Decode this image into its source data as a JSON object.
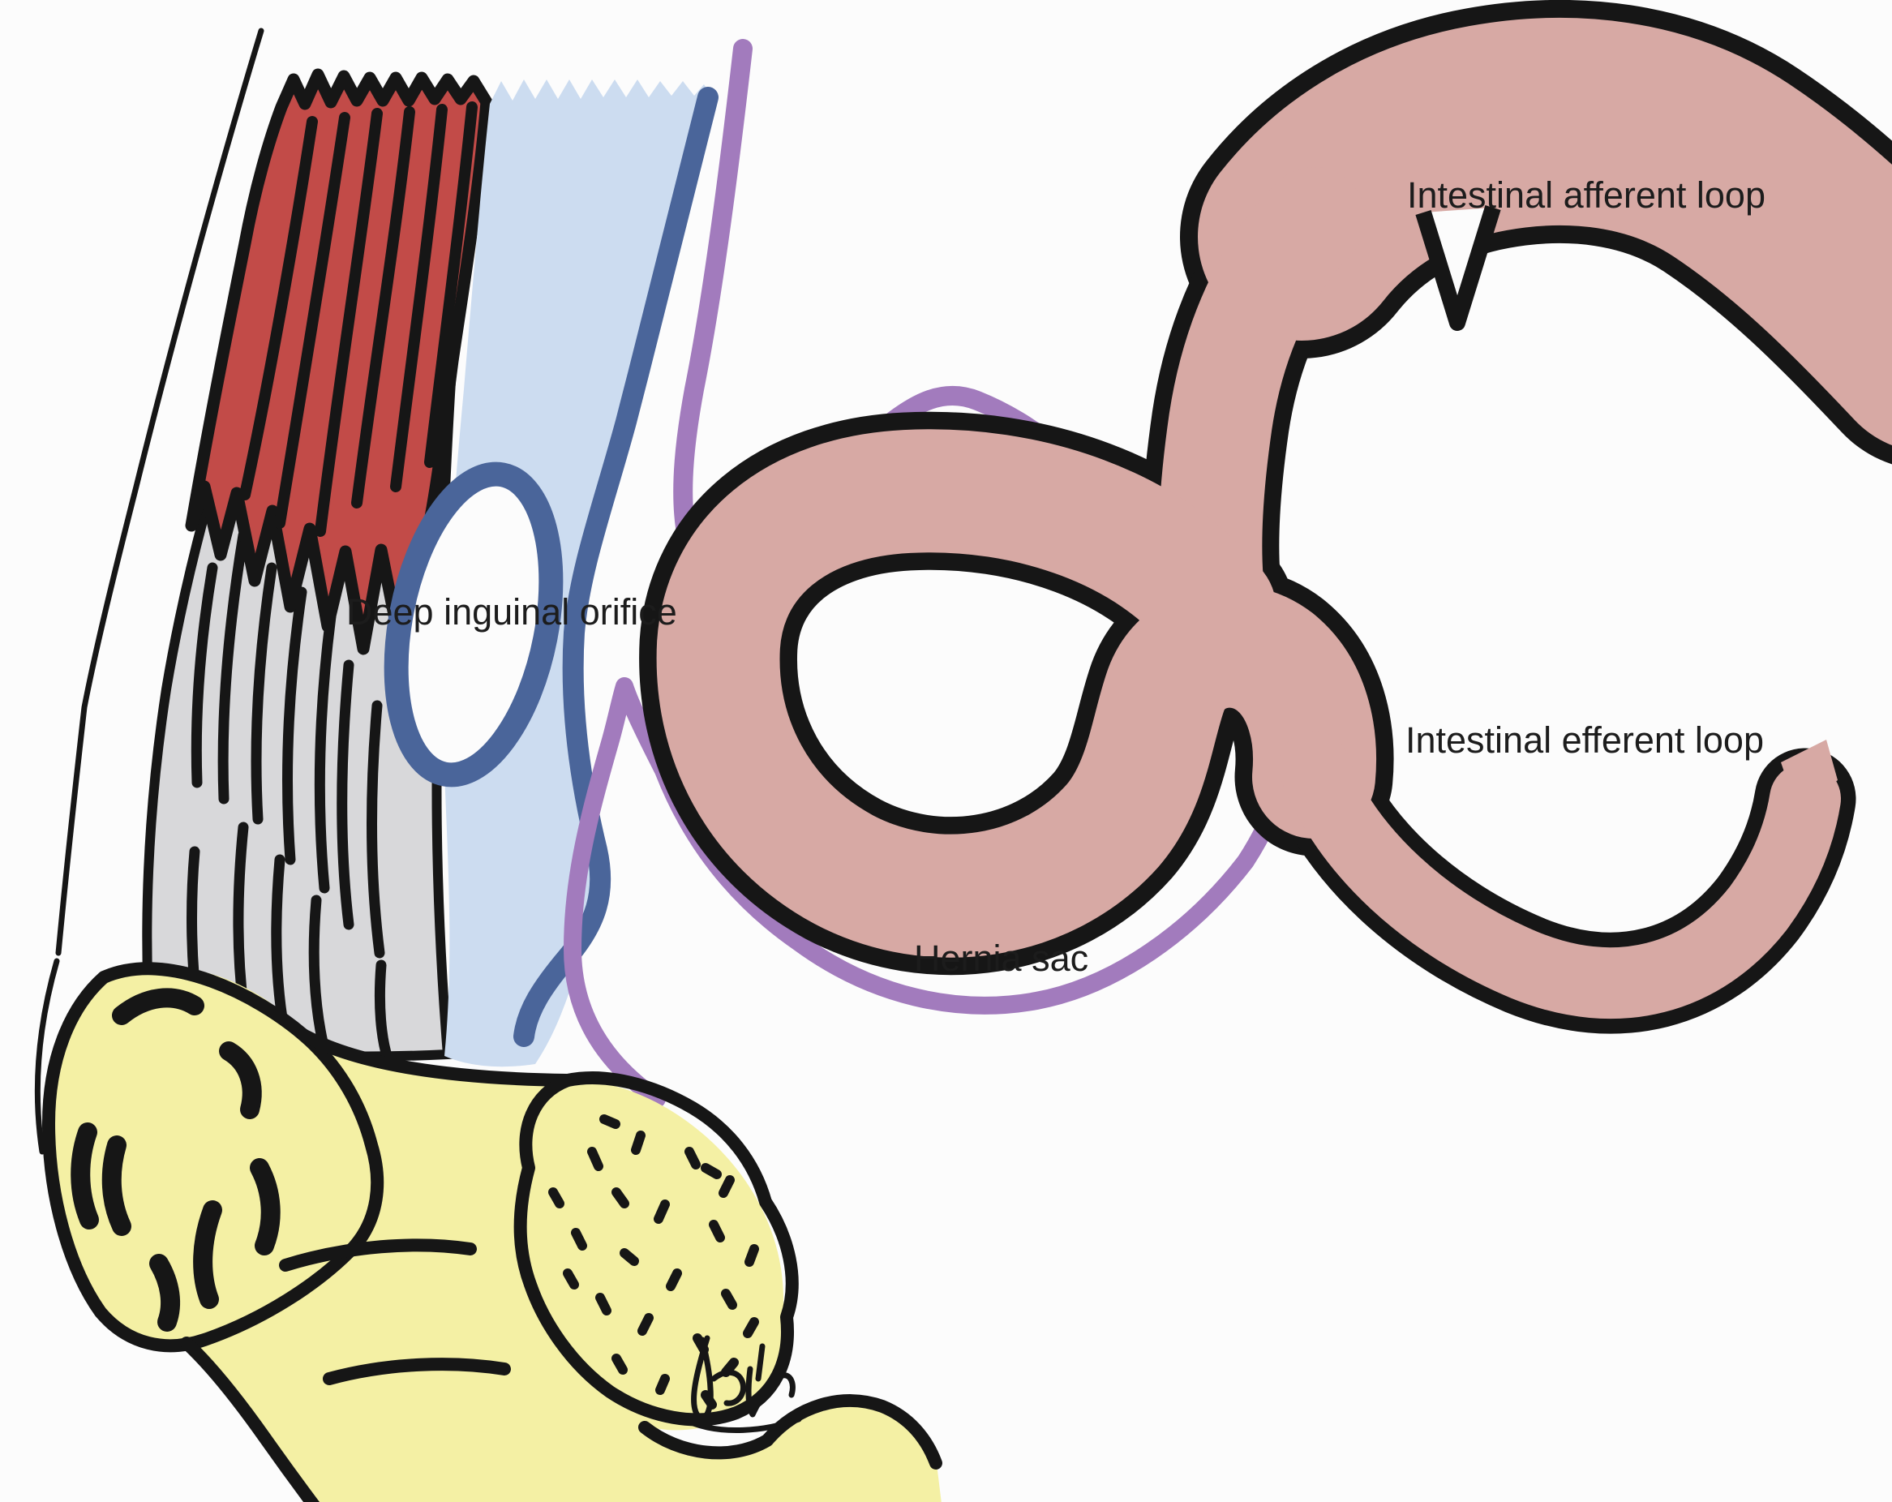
{
  "labels": {
    "afferent": "Intestinal afferent loop",
    "efferent": "Intestinal efferent loop",
    "orifice": "Deep inguinal orifice",
    "hernia_sac": "Hernia sac"
  },
  "palette": {
    "background": "#fcfcfc",
    "bowel_pink": "#d7a9a4",
    "muscle_red": "#c24b48",
    "muscle_gray": "#d8d8da",
    "fascia_blue": "#ccdcf0",
    "fascia_edge_blue": "#4a659a",
    "peritoneum_purple": "#a27bbd",
    "bone_yellow": "#f4f0a4",
    "outline_black": "#161616",
    "label_color": "#1c1c1c"
  }
}
